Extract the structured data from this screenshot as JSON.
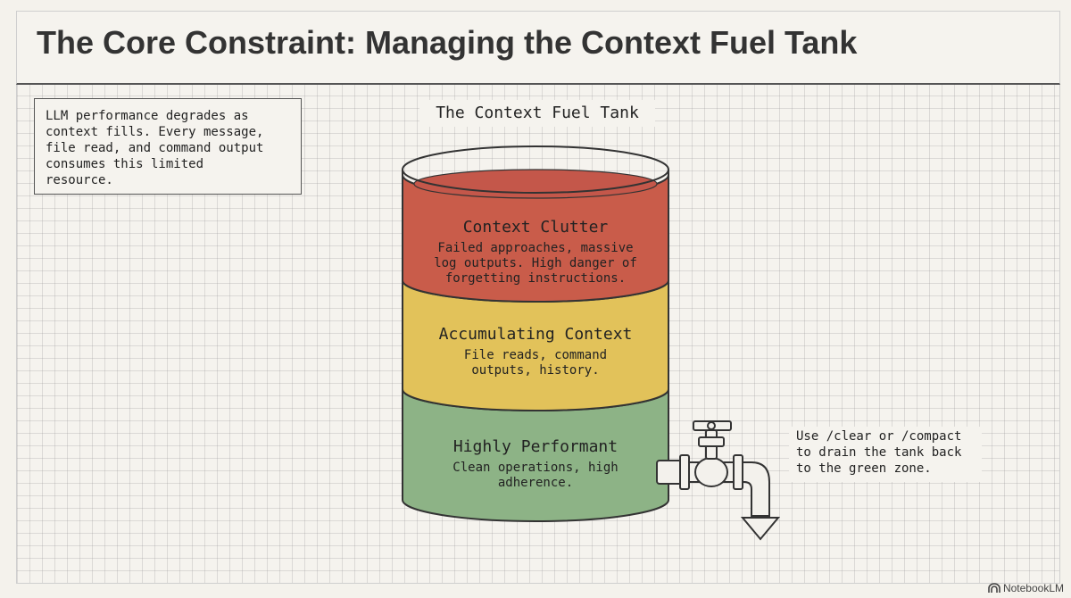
{
  "title": "The Core Constraint: Managing the Context Fuel Tank",
  "intro_note": "LLM performance degrades as\ncontext fills. Every message,\nfile read, and command output\nconsumes this limited\nresource.",
  "tank": {
    "title": "The Context Fuel Tank",
    "layers": [
      {
        "name": "Context Clutter",
        "description": "Failed approaches, massive\nlog outputs. High danger of\nforgetting instructions.",
        "color": "#c95c4a"
      },
      {
        "name": "Accumulating Context",
        "description": "File reads, command\noutputs, history.",
        "color": "#e2c25a"
      },
      {
        "name": "Highly Performant",
        "description": "Clean operations, high\nadherence.",
        "color": "#8db386"
      }
    ]
  },
  "faucet": {
    "icon": "faucet-icon"
  },
  "tip": "Use /clear or /compact\nto drain the tank back\nto the green zone.",
  "brand": {
    "label": "NotebookLM",
    "icon": "notebooklm-logo-icon"
  },
  "colors": {
    "background": "#f4f2ec",
    "red_zone": "#c95c4a",
    "yellow_zone": "#e2c25a",
    "green_zone": "#8db386",
    "outline": "#333333"
  }
}
